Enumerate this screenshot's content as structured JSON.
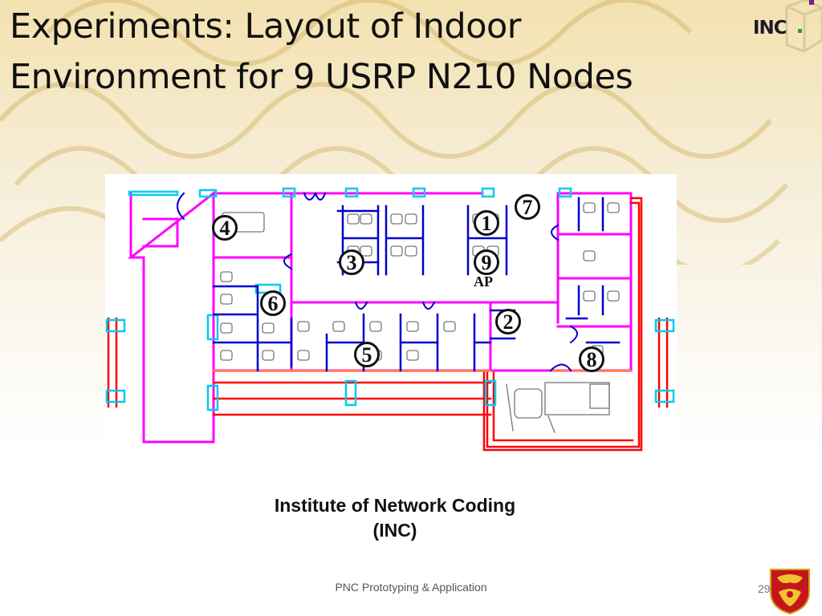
{
  "slide": {
    "title_line1": "Experiments: Layout of Indoor",
    "title_line2": "Environment for 9 USRP N210 Nodes",
    "logo_text": "INC",
    "caption_line1": "Institute of Network Coding",
    "caption_line2": "(INC)",
    "footer": "PNC Prototyping & Application",
    "page_number": "29"
  },
  "floorplan": {
    "nodes": [
      "1",
      "2",
      "3",
      "4",
      "5",
      "6",
      "7",
      "8",
      "9"
    ],
    "ap_label": "AP"
  },
  "colors": {
    "wall_magenta": "#ff00ff",
    "wall_red": "#ff0000",
    "window_cyan": "#00ccee",
    "furniture_blue": "#0000cc",
    "background_gold": "#f3e2b0"
  }
}
